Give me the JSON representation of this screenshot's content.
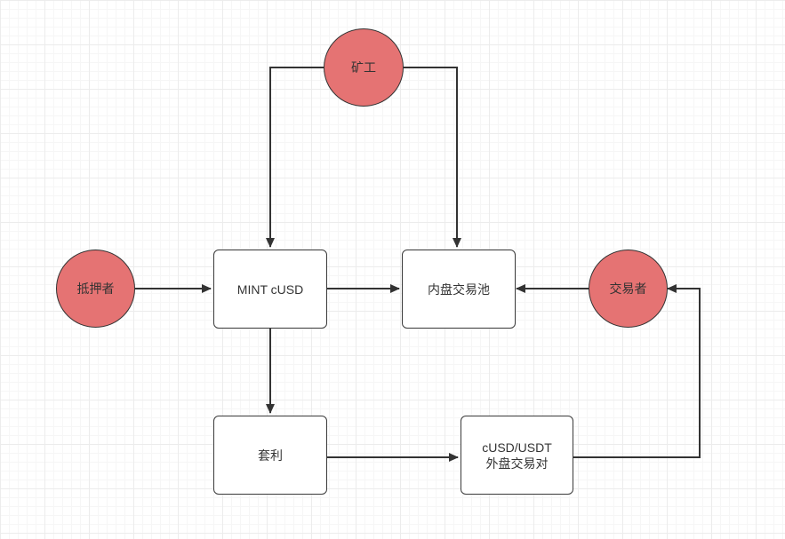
{
  "colors": {
    "actor_fill": "#E57373",
    "edge": "#333333"
  },
  "nodes": {
    "miner": {
      "label": "矿工",
      "shape": "circle"
    },
    "collateral": {
      "label": "抵押者",
      "shape": "circle"
    },
    "mint": {
      "label": "MINT cUSD",
      "shape": "rect"
    },
    "internal_pool": {
      "label": "内盘交易池",
      "shape": "rect"
    },
    "trader": {
      "label": "交易者",
      "shape": "circle"
    },
    "arbitrage": {
      "label": "套利",
      "shape": "rect"
    },
    "external_pair": {
      "label": "cUSD/USDT\n外盘交易对",
      "shape": "rect"
    }
  },
  "edges": [
    {
      "from": "miner",
      "to": "mint"
    },
    {
      "from": "miner",
      "to": "internal_pool"
    },
    {
      "from": "collateral",
      "to": "mint"
    },
    {
      "from": "mint",
      "to": "internal_pool"
    },
    {
      "from": "trader",
      "to": "internal_pool"
    },
    {
      "from": "mint",
      "to": "arbitrage"
    },
    {
      "from": "arbitrage",
      "to": "external_pair"
    },
    {
      "from": "external_pair",
      "to": "trader"
    }
  ]
}
